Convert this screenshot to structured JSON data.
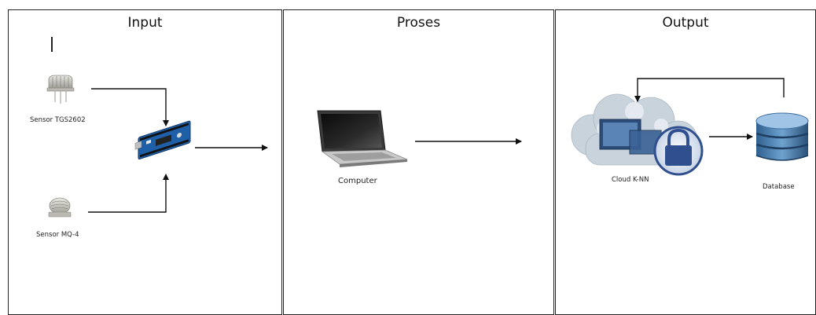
{
  "panels": {
    "input": {
      "title": "Input"
    },
    "process": {
      "title": "Proses"
    },
    "output": {
      "title": "Output"
    }
  },
  "nodes": {
    "sensor_tgs": {
      "label": "Sensor TGS2602",
      "icon": "gas-sensor-icon"
    },
    "sensor_mq4": {
      "label": "Sensor MQ-4",
      "icon": "gas-sensor-icon"
    },
    "microcontroller": {
      "label": "",
      "icon": "arduino-board-icon"
    },
    "computer": {
      "label": "Computer",
      "icon": "laptop-icon"
    },
    "cloud": {
      "label": "Cloud K-NN",
      "icon": "cloud-lock-icon"
    },
    "database": {
      "label": "Database",
      "icon": "database-icon"
    }
  },
  "colors": {
    "border": "#222222",
    "arrow": "#111111",
    "board": "#1f5fa8",
    "lock": "#2f4f8f",
    "database": "#3a6fa0"
  }
}
